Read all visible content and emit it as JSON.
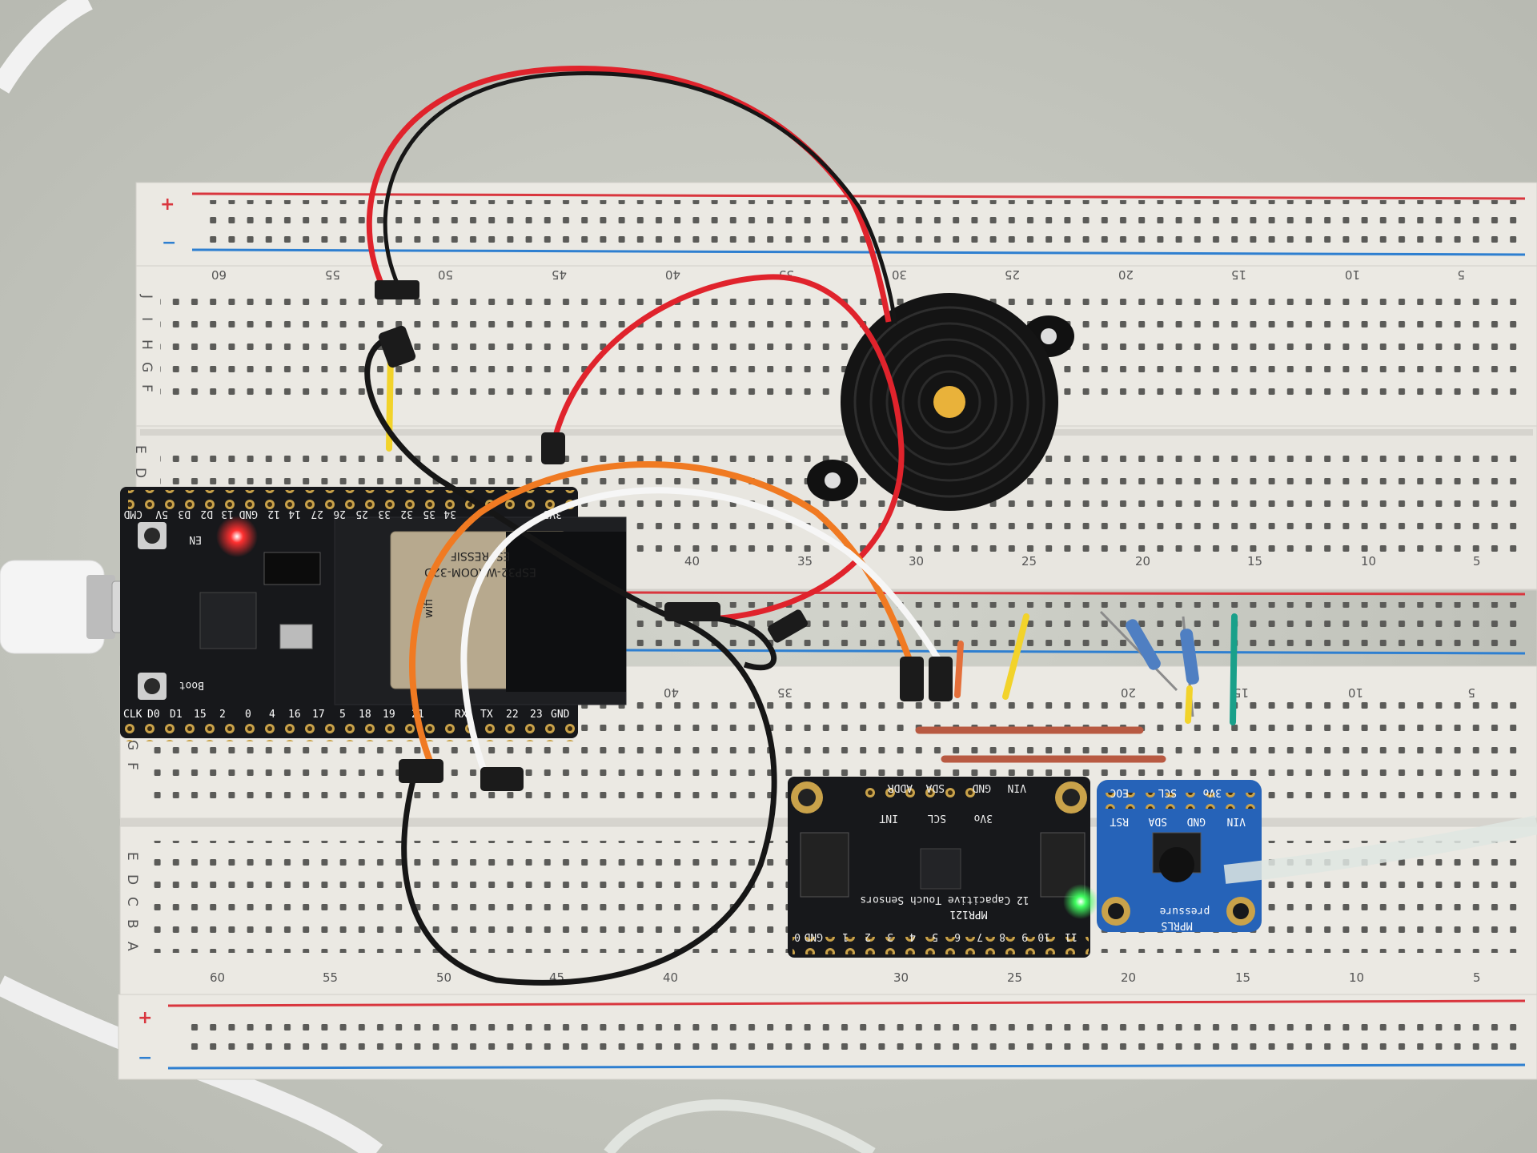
{
  "colors": {
    "table": "#c9cbc4",
    "breadboard": "#eceae4",
    "rail_red": "#d9363e",
    "rail_blue": "#2e7fd0",
    "wire_red": "#e0232c",
    "wire_black": "#161616",
    "wire_orange": "#f07a22",
    "wire_white": "#f6f6f6",
    "pcb_black": "#17181b",
    "pcb_blue": "#2663b8",
    "led_red": "#ff2a2a",
    "led_green": "#39ff5a"
  },
  "breadboard": {
    "rail_plus": "+",
    "rail_minus": "−",
    "column_numbers": [
      "60",
      "55",
      "50",
      "45",
      "40",
      "35",
      "30",
      "25",
      "20",
      "15",
      "10",
      "5"
    ],
    "row_labels_top": [
      "J",
      "I",
      "H",
      "G",
      "F"
    ],
    "row_labels_bottom": [
      "E",
      "D",
      "C",
      "B",
      "A"
    ]
  },
  "esp32": {
    "top_pins": [
      "CMD",
      "5V",
      "D3",
      "D2",
      "13",
      "GND",
      "12",
      "14",
      "27",
      "26",
      "25",
      "33",
      "32",
      "35",
      "34",
      "3V3"
    ],
    "bottom_pins": [
      "CLK",
      "D0",
      "D1",
      "15",
      "2",
      "0",
      "4",
      "16",
      "17",
      "5",
      "18",
      "19",
      "21",
      "RX",
      "TX",
      "22",
      "23",
      "GND"
    ],
    "button_en": "EN",
    "button_boot": "Boot",
    "module_brand": "ESPRESSIF",
    "module_model": "ESP32-WROOM-32D",
    "module_badge": "wifi"
  },
  "mpr121": {
    "top_pins": [
      "ADDR",
      "SDA",
      "GND",
      "VIN"
    ],
    "top_pins2": [
      "INT",
      "SCL",
      "3Vo"
    ],
    "bottom_pins": [
      "0",
      "GND",
      "1",
      "2",
      "3",
      "4",
      "5",
      "6",
      "7",
      "8",
      "9",
      "10",
      "11"
    ],
    "title": "MPR121",
    "subtitle": "12 Capacitive Touch Sensors"
  },
  "mprls": {
    "top_pins": [
      "EOC",
      "SCL",
      "3Vo"
    ],
    "top_pins2": [
      "RST",
      "SDA",
      "GND",
      "VIN"
    ],
    "title": "MPRLS",
    "subtitle": "pressure"
  },
  "icons": [
    "usb-cable-icon",
    "buzzer-icon",
    "resistor-icon",
    "led-icon"
  ]
}
